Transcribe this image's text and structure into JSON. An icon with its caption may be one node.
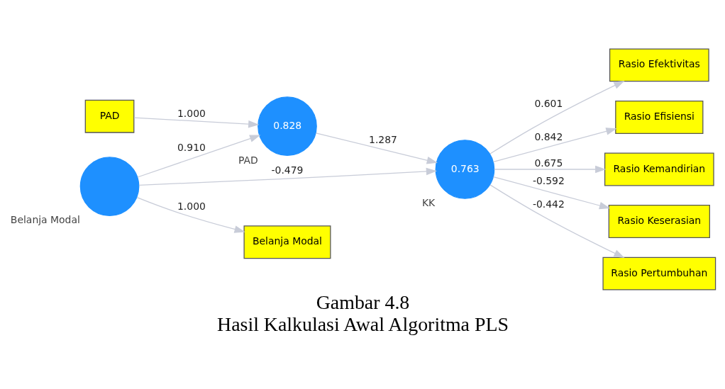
{
  "diagram": {
    "title": "Gambar 4.8",
    "caption": "Hasil Kalkulasi Awal Algoritma PLS",
    "nodes": [
      {
        "text": [
          "0.828"
        ],
        "beside": [
          "PAD"
        ]
      },
      {
        "text": [
          "PAD"
        ]
      },
      {
        "text": [
          "Belanja Modal"
        ]
      },
      {
        "text": [],
        "shape": "circle",
        "beside": [
          "Belanja Modal"
        ]
      },
      {
        "text": [
          "0.763"
        ],
        "beside": [
          "KK"
        ]
      },
      {
        "text": [
          "Rasio Efektivitas"
        ]
      },
      {
        "text": [
          "Rasio Efisiensi"
        ]
      },
      {
        "text": [
          "Rasio Kemandirian"
        ]
      },
      {
        "text": [
          "Rasio Keserasian"
        ]
      },
      {
        "text": [
          "Rasio Pertumbuhan"
        ]
      }
    ],
    "edges": [
      {
        "from": 1,
        "to": 0,
        "arrow": "to",
        "label": "1.000"
      },
      {
        "from": 3,
        "to": 2,
        "arrow": "to",
        "label": "1.000"
      },
      {
        "from": 3,
        "to": 0,
        "arrow": "to",
        "label": "0.910"
      },
      {
        "from": 0,
        "to": 4,
        "arrow": "to",
        "label": "1.287"
      },
      {
        "from": 3,
        "to": 4,
        "arrow": "to",
        "label": "-0.479"
      },
      {
        "from": 4,
        "to": 5,
        "arrow": "to",
        "label": "0.601"
      },
      {
        "from": 4,
        "to": 6,
        "arrow": "to",
        "label": "0.842"
      },
      {
        "from": 4,
        "to": 7,
        "arrow": "to",
        "label": "0.675"
      },
      {
        "from": 4,
        "to": 8,
        "arrow": "to",
        "label": "-0.592"
      },
      {
        "from": 4,
        "to": 9,
        "arrow": "to",
        "label": "-0.442"
      }
    ]
  }
}
